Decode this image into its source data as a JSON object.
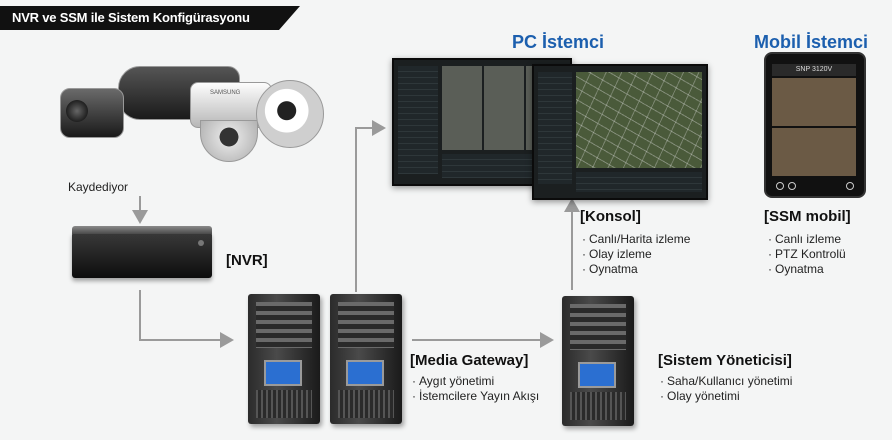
{
  "title": "NVR ve SSM ile Sistem Konfigürasyonu",
  "sections": {
    "pc_client": "PC İstemci",
    "mobile_client": "Mobil İstemci"
  },
  "labels": {
    "recording": "Kaydediyor",
    "nvr": "[NVR]"
  },
  "console": {
    "heading": "[Konsol]",
    "items": [
      "Canlı/Harita izleme",
      "Olay izleme",
      "Oynatma"
    ]
  },
  "ssm_mobile": {
    "heading": "[SSM mobil]",
    "items": [
      "Canlı izleme",
      "PTZ Kontrolü",
      "Oynatma"
    ]
  },
  "media_gateway": {
    "heading": "[Media Gateway]",
    "items": [
      "Aygıt yönetimi",
      "İstemcilere Yayın Akışı"
    ]
  },
  "system_manager": {
    "heading": "[Sistem Yöneticisi]",
    "items": [
      "Saha/Kullanıcı yönetimi",
      "Olay yönetimi"
    ]
  },
  "screen_text": {
    "camera_brand": "SAMSUNG",
    "phone_model": "SNP 3120V"
  },
  "colors": {
    "accent_blue": "#1c5fae",
    "arrow_gray": "#9a9a9a",
    "title_band": "#111111"
  }
}
